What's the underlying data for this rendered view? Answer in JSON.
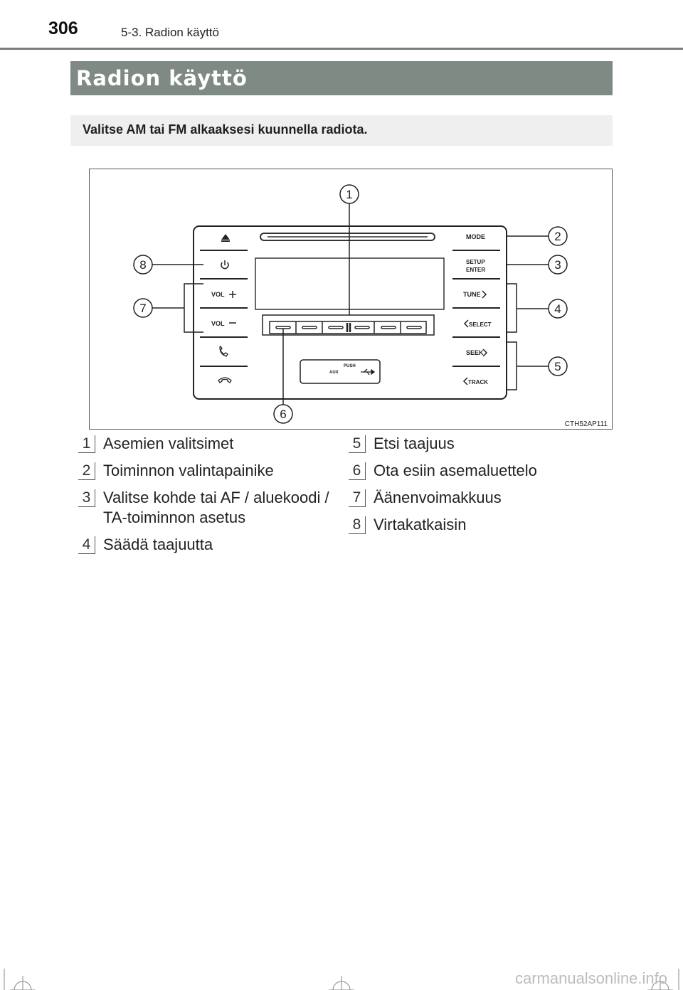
{
  "header": {
    "page_number": "306",
    "breadcrumb": "5-3. Radion käyttö"
  },
  "section_title": "Radion käyttö",
  "intro_text": "Valitse AM tai FM alkaaksesi kuunnella radiota.",
  "figure": {
    "code": "CTH52AP111",
    "button_labels": {
      "mode": "MODE",
      "setup": "SETUP",
      "enter": "ENTER",
      "tune": "TUNE",
      "select": "SELECT",
      "seek": "SEEK",
      "track": "TRACK",
      "vol_up": "VOL",
      "vol_down": "VOL",
      "push": "PUSH",
      "aux": "AUX"
    },
    "callouts": [
      "1",
      "2",
      "3",
      "4",
      "5",
      "6",
      "7",
      "8"
    ]
  },
  "legend": {
    "left": [
      {
        "num": "1",
        "text": "Asemien valitsimet"
      },
      {
        "num": "2",
        "text": "Toiminnon valintapainike"
      },
      {
        "num": "3",
        "text": "Valitse kohde tai AF / aluekoodi / TA-toiminnon asetus"
      },
      {
        "num": "4",
        "text": "Säädä taajuutta"
      }
    ],
    "right": [
      {
        "num": "5",
        "text": "Etsi taajuus"
      },
      {
        "num": "6",
        "text": "Ota esiin asemaluettelo"
      },
      {
        "num": "7",
        "text": "Äänenvoimakkuus"
      },
      {
        "num": "8",
        "text": "Virtakatkaisin"
      }
    ]
  },
  "watermark": "carmanualsonline.info"
}
